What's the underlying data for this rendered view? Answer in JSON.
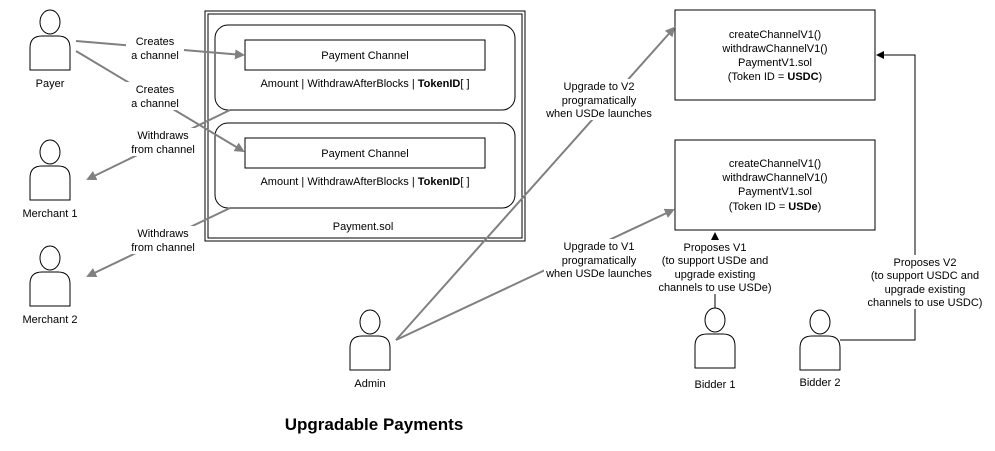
{
  "diagram": {
    "title": "Upgradable Payments",
    "actors": {
      "payer": "Payer",
      "merchant1": "Merchant 1",
      "merchant2": "Merchant 2",
      "admin": "Admin",
      "bidder1": "Bidder 1",
      "bidder2": "Bidder 2"
    },
    "contract": {
      "label": "Payment.sol",
      "channel_title": "Payment Channel",
      "fields_prefix": "Amount | WithdrawAfterBlocks | ",
      "fields_bold": "TokenID",
      "fields_suffix": "[ ]"
    },
    "v2_box": {
      "line1": "createChannelV1()",
      "line2": "withdrawChannelV1()",
      "line3": "PaymentV1.sol",
      "token_prefix": "(Token ID = ",
      "token_bold": "USDC",
      "token_suffix": ")"
    },
    "v1_box": {
      "line1": "createChannelV1()",
      "line2": "withdrawChannelV1()",
      "line3": "PaymentV1.sol",
      "token_prefix": "(Token ID = ",
      "token_bold": "USDe",
      "token_suffix": ")"
    },
    "edges": {
      "creates1": [
        "Creates",
        "a channel"
      ],
      "creates2": [
        "Creates",
        "a channel"
      ],
      "withdraws1": [
        "Withdraws",
        "from channel"
      ],
      "withdraws2": [
        "Withdraws",
        "from channel"
      ],
      "upgrade_v2": [
        "Upgrade to V2",
        "programatically",
        "when USDe launches"
      ],
      "upgrade_v1": [
        "Upgrade to V1",
        "programatically",
        "when USDe launches"
      ],
      "proposes_v1": [
        "Proposes V1",
        "(to support USDe and",
        "upgrade existing",
        "channels to use USDe)"
      ],
      "proposes_v2": [
        "Proposes V2",
        "(to support USDC and",
        "upgrade existing",
        "channels to use USDC)"
      ]
    },
    "colors": {
      "arrow_gray": "#808080",
      "stroke": "#000000"
    }
  }
}
